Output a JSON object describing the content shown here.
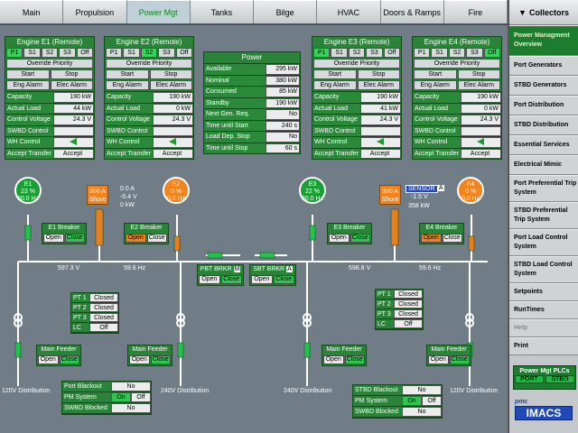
{
  "tabs": [
    "Main",
    "Propulsion",
    "Power Mgt",
    "Tanks",
    "Bilge",
    "HVAC",
    "Doors & Ramps",
    "Fire"
  ],
  "active_tab": "Power Mgt",
  "sidebar": {
    "header": "Collectors",
    "items": [
      {
        "label": "Power Managment Overview",
        "state": "active"
      },
      {
        "label": "Port Generators",
        "state": "normal"
      },
      {
        "label": "STBD Generators",
        "state": "normal"
      },
      {
        "label": "Port Distribution",
        "state": "normal"
      },
      {
        "label": "STBD Distribution",
        "state": "normal"
      },
      {
        "label": "Essential Services",
        "state": "normal"
      },
      {
        "label": "Electrical Mimic",
        "state": "normal"
      },
      {
        "label": "Port Preferential Trip System",
        "state": "normal"
      },
      {
        "label": "STBD Preferential Trip System",
        "state": "normal"
      },
      {
        "label": "Port Load Control System",
        "state": "normal"
      },
      {
        "label": "STBD Load Control System",
        "state": "normal"
      },
      {
        "label": "Setpoints",
        "state": "normal"
      },
      {
        "label": "RunTimes",
        "state": "normal"
      },
      {
        "label": "Help",
        "state": "disabled"
      },
      {
        "label": "Print",
        "state": "normal"
      }
    ],
    "plc_title": "Power Mgt PLCs",
    "plc_port": "PORT",
    "plc_stbd": "STBD",
    "logo_small": "pmc",
    "logo_big": "IMACS"
  },
  "engines": [
    {
      "title": "Engine E1  (Remote)",
      "priorities": [
        "P1",
        "S1",
        "S2",
        "S3",
        "Off"
      ],
      "active_priority": "P1",
      "override": "Override Priority",
      "start": "Start",
      "stop": "Stop",
      "eng_alarm": "Eng Alarm",
      "elec_alarm": "Elec Alarm",
      "fields": [
        [
          "Capacity",
          "190 kW"
        ],
        [
          "Actual Load",
          "44 kW"
        ],
        [
          "Control Voltage",
          "24.3 V"
        ],
        [
          "SWBD Control",
          ""
        ],
        [
          "WH Control",
          "arrow"
        ],
        [
          "Accept Transfer",
          "Accept"
        ]
      ]
    },
    {
      "title": "Engine E2  (Remote)",
      "priorities": [
        "P1",
        "S1",
        "S2",
        "S3",
        "Off"
      ],
      "active_priority": "S2",
      "override": "Override Priority",
      "start": "Start",
      "stop": "Stop",
      "eng_alarm": "Eng Alarm",
      "elec_alarm": "Elec Alarm",
      "fields": [
        [
          "Capacity",
          "190 kW"
        ],
        [
          "Actual Load",
          "0 kW"
        ],
        [
          "Control Voltage",
          "24.3 V"
        ],
        [
          "SWBD Control",
          ""
        ],
        [
          "WH Control",
          "arrow"
        ],
        [
          "Accept Transfer",
          "Accept"
        ]
      ]
    },
    {
      "title": "Engine E3  (Remote)",
      "priorities": [
        "P1",
        "S1",
        "S2",
        "S3",
        "Off"
      ],
      "active_priority": "P1",
      "override": "Override Priority",
      "start": "Start",
      "stop": "Stop",
      "eng_alarm": "Eng Alarm",
      "elec_alarm": "Elec Alarm",
      "fields": [
        [
          "Capacity",
          "190 kW"
        ],
        [
          "Actual Load",
          "41 kW"
        ],
        [
          "Control Voltage",
          "24.3 V"
        ],
        [
          "SWBD Control",
          ""
        ],
        [
          "WH Control",
          "arrow"
        ],
        [
          "Accept Transfer",
          "Accept"
        ]
      ]
    },
    {
      "title": "Engine E4  (Remote)",
      "priorities": [
        "P1",
        "S1",
        "S2",
        "S3",
        "Off"
      ],
      "active_priority": "Off",
      "override": "Override Priority",
      "start": "Start",
      "stop": "Stop",
      "eng_alarm": "Eng Alarm",
      "elec_alarm": "Elec Alarm",
      "fields": [
        [
          "Capacity",
          "190 kW"
        ],
        [
          "Actual Load",
          "0 kW"
        ],
        [
          "Control Voltage",
          "24.3 V"
        ],
        [
          "SWBD Control",
          ""
        ],
        [
          "WH Control",
          "arrow"
        ],
        [
          "Accept Transfer",
          "Accept"
        ]
      ]
    }
  ],
  "power": {
    "title": "Power",
    "rows": [
      [
        "Available",
        "295 kW"
      ],
      [
        "Nominal",
        "380 kW"
      ],
      [
        "Consumed",
        "85 kW"
      ],
      [
        "Standby",
        "190 kW"
      ],
      [
        "Next Gen. Req.",
        "No"
      ],
      [
        "Time until Start",
        "240 s"
      ],
      [
        "Load Dep. Stop",
        "No"
      ],
      [
        "Time until Stop",
        "60 s"
      ]
    ]
  },
  "generators": [
    {
      "name": "E1",
      "pct": "23 %",
      "hz": "60.0 Hz",
      "color": "green"
    },
    {
      "name": "E2",
      "pct": "0 %",
      "hz": "0.0 Hz",
      "color": "orange"
    },
    {
      "name": "E3",
      "pct": "22 %",
      "hz": "60.0 Hz",
      "color": "green"
    },
    {
      "name": "E4",
      "pct": "0 %",
      "hz": "0.0 Hz",
      "color": "orange"
    }
  ],
  "shore": {
    "port": {
      "amps": "300 A",
      "label": "Shore",
      "read1": "0.0 A",
      "read2": "-0.4 V",
      "read3": "0 kW"
    },
    "stbd": {
      "amps": "300 A",
      "label": "Shore",
      "sensor": "SENSOR",
      "sensor_flag": "A",
      "read2": "-1.5 V",
      "read3": "358 kW"
    }
  },
  "breakers": [
    {
      "name": "E1 Breaker",
      "open": "Open",
      "close": "Close",
      "state": "close"
    },
    {
      "name": "E2 Breaker",
      "open": "Open",
      "close": "Close",
      "state": "open"
    },
    {
      "name": "E3 Breaker",
      "open": "Open",
      "close": "Close",
      "state": "close"
    },
    {
      "name": "E4 Breaker",
      "open": "Open",
      "close": "Close",
      "state": "open"
    }
  ],
  "bus": {
    "port_v": "597.3 V",
    "port_hz": "59.6 Hz",
    "stbd_v": "598.8 V",
    "stbd_hz": "59.6 Hz"
  },
  "bus_tie": {
    "pbt": {
      "name": "PBT BRKR",
      "flag": "M",
      "open": "Open",
      "close": "Close"
    },
    "sbt": {
      "name": "SBT BRKR",
      "flag": "A",
      "open": "Open",
      "close": "Close"
    }
  },
  "pt_port": [
    [
      "PT 1",
      "Closed"
    ],
    [
      "PT 2",
      "Closed"
    ],
    [
      "PT 3",
      "Closed"
    ],
    [
      "LC",
      "Off"
    ]
  ],
  "pt_stbd": [
    [
      "PT 1",
      "Closed"
    ],
    [
      "PT 2",
      "Closed"
    ],
    [
      "PT 3",
      "Closed"
    ],
    [
      "LC",
      "Off"
    ]
  ],
  "feeders": [
    {
      "name": "Main Feeder",
      "open": "Open",
      "close": "Close"
    },
    {
      "name": "Main Feeder",
      "open": "Open",
      "close": "Close"
    },
    {
      "name": "Main Feeder",
      "open": "Open",
      "close": "Close"
    },
    {
      "name": "Main Feeder",
      "open": "Open",
      "close": "Close"
    }
  ],
  "distribution": [
    "120V Distribution",
    "240V Distribution",
    "240V Distribution",
    "120V Distribution"
  ],
  "port_status": [
    [
      "Port Blackout",
      "No",
      ""
    ],
    [
      "PM System",
      "On",
      "Off"
    ],
    [
      "SWBD Blocked",
      "No",
      ""
    ]
  ],
  "stbd_status": [
    [
      "STBD Blackout",
      "No",
      ""
    ],
    [
      "PM System",
      "On",
      "Off"
    ],
    [
      "SWBD Blocked",
      "No",
      ""
    ]
  ]
}
